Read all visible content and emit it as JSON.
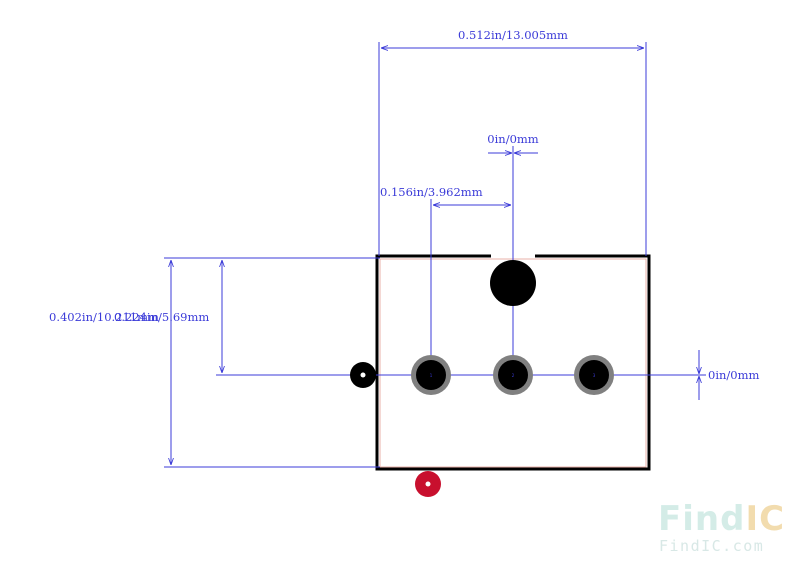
{
  "dimensions": {
    "top_width": "0.512in/13.005mm",
    "center_offset": "0in/0mm",
    "pin_pitch": "0.156in/3.962mm",
    "overall_height": "0.402in/10.211mm",
    "pin_row_height": "0.224in/5.69mm",
    "right_offset": "0in/0mm"
  },
  "pins": {
    "pin1": "1",
    "pin2": "2",
    "pin3": "3"
  },
  "watermark": {
    "brand_prefix": "Find",
    "brand_suffix": "IC",
    "url": "FindIC.com"
  },
  "colors": {
    "dimension": "#3b3bd8",
    "outline": "#000000",
    "courtyard": "#e8b0a8",
    "pad_ring": "#808080",
    "pad": "#000000",
    "origin_marker": "#c8102e",
    "logo_find": "#d4ece7",
    "logo_ic": "#f2dcae",
    "logo_url": "#d8e8e6"
  }
}
